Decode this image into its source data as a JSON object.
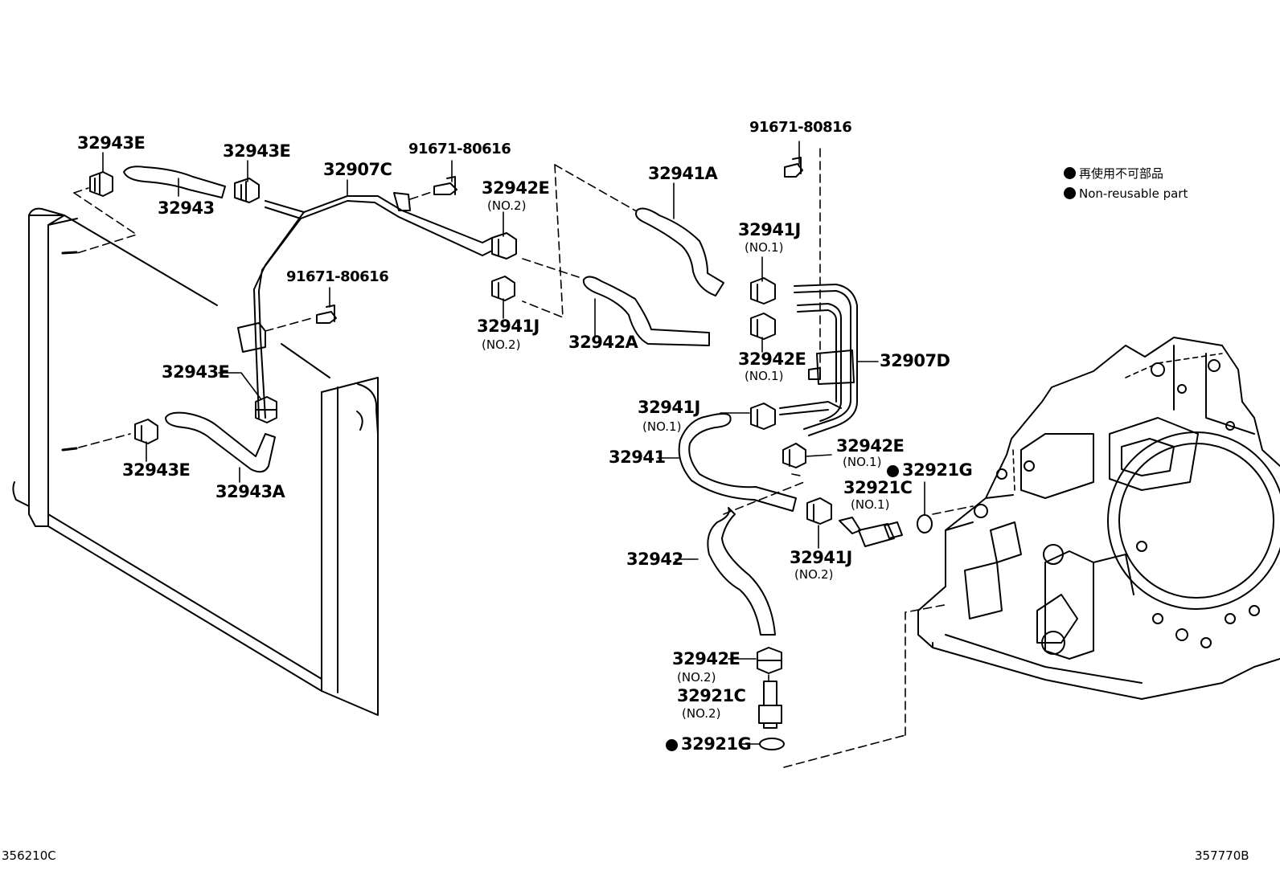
{
  "labels": {
    "l_32943E_a": "32943E",
    "l_32943E_b": "32943E",
    "l_32943": "32943",
    "l_32907C": "32907C",
    "l_91671_a": "91671-80616",
    "l_91671_b": "91671-80616",
    "l_91671_c": "91671-80816",
    "l_32942E_no2_top": "32942E",
    "l_32941J_no2_top": "32941J",
    "l_32941A": "32941A",
    "l_32942A": "32942A",
    "l_32941J_no1_top": "32941J",
    "l_32942E_no1_top": "32942E",
    "l_32907D": "32907D",
    "l_32943E_c": "32943E",
    "l_32943E_d": "32943E",
    "l_32943A": "32943A",
    "l_32941J_no1_mid": "32941J",
    "l_32941": "32941",
    "l_32942E_no1_mid": "32942E",
    "l_32921G_right": "32921G",
    "l_32921C_no1": "32921C",
    "l_32941J_no2_low": "32941J",
    "l_32942": "32942",
    "l_32942E_no2_low": "32942E",
    "l_32921C_no2": "32921C",
    "l_32921G_low": "32921G"
  },
  "sublabels": {
    "no2": "(NO.2)",
    "no1": "(NO.1)"
  },
  "legend": {
    "japanese": "再使用不可部品",
    "english": "Non-reusable part"
  },
  "footer": {
    "left": "356210C",
    "right": "357770B"
  }
}
